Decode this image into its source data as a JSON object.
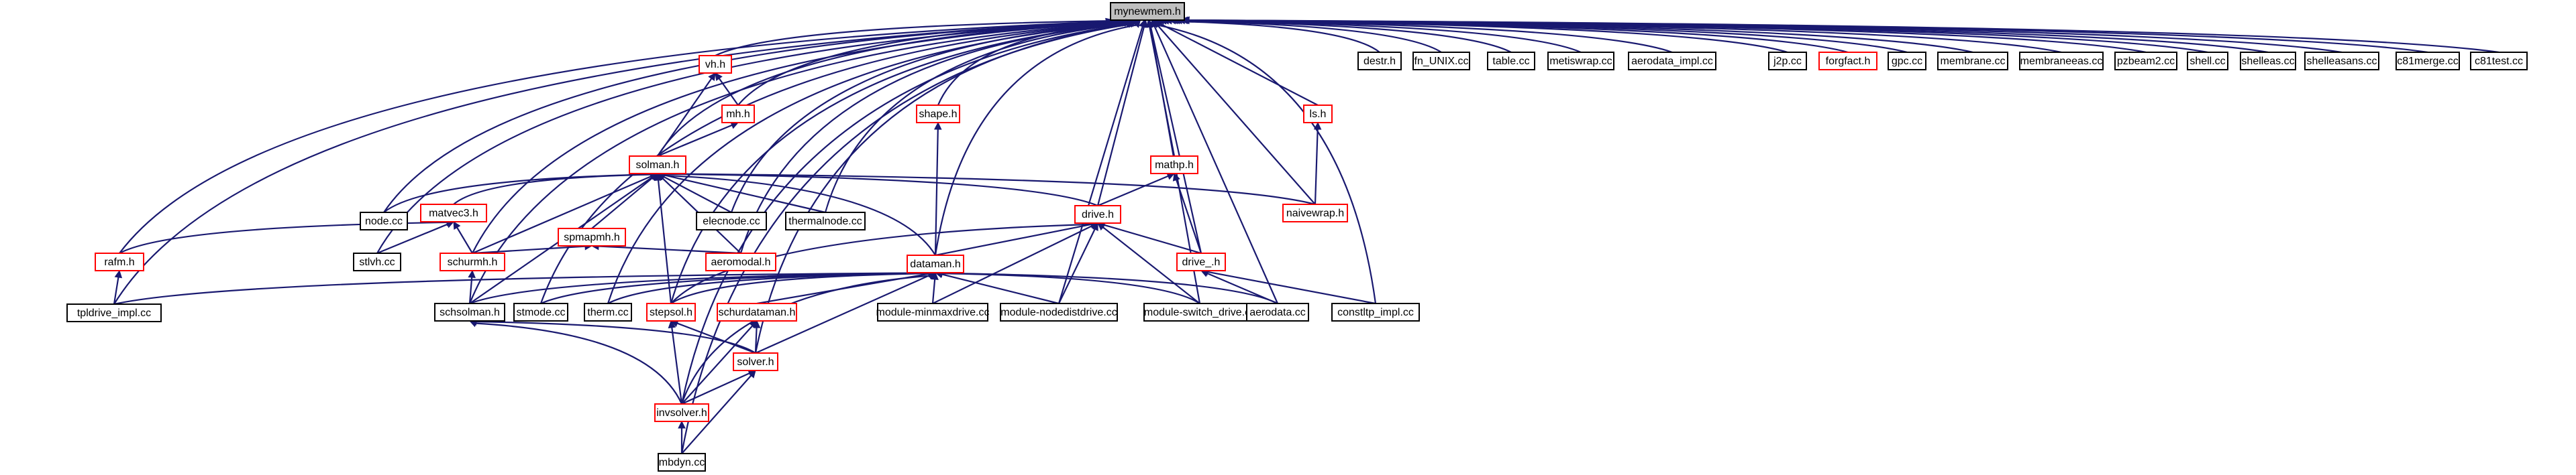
{
  "colors": {
    "edge": "#191970",
    "documented_border": "#000000",
    "undocumented_border": "#ff0000",
    "root_fill": "#bfbfbf"
  },
  "nodes": [
    {
      "id": "root",
      "label": "mynewmem.h",
      "kind": "root"
    },
    {
      "id": "vh",
      "label": "vh.h",
      "kind": "red"
    },
    {
      "id": "mh",
      "label": "mh.h",
      "kind": "red"
    },
    {
      "id": "solman",
      "label": "solman.h",
      "kind": "red"
    },
    {
      "id": "nodecc",
      "label": "node.cc",
      "kind": "black"
    },
    {
      "id": "matvec3",
      "label": "matvec3.h",
      "kind": "red"
    },
    {
      "id": "rafm",
      "label": "rafm.h",
      "kind": "red"
    },
    {
      "id": "tpldrive",
      "label": "tpldrive_impl.cc",
      "kind": "black"
    },
    {
      "id": "stlvh",
      "label": "stlvh.cc",
      "kind": "black"
    },
    {
      "id": "schurmh",
      "label": "schurmh.h",
      "kind": "red"
    },
    {
      "id": "spmapmh",
      "label": "spmapmh.h",
      "kind": "red"
    },
    {
      "id": "aeromodal",
      "label": "aeromodal.h",
      "kind": "red"
    },
    {
      "id": "elecnode",
      "label": "elecnode.cc",
      "kind": "black"
    },
    {
      "id": "thermalnode",
      "label": "thermalnode.cc",
      "kind": "black"
    },
    {
      "id": "shape",
      "label": "shape.h",
      "kind": "red"
    },
    {
      "id": "mathp",
      "label": "mathp.h",
      "kind": "red"
    },
    {
      "id": "drive",
      "label": "drive.h",
      "kind": "red"
    },
    {
      "id": "drive_",
      "label": "drive_.h",
      "kind": "red"
    },
    {
      "id": "ls",
      "label": "ls.h",
      "kind": "red"
    },
    {
      "id": "naivewrap",
      "label": "naivewrap.h",
      "kind": "red"
    },
    {
      "id": "dataman",
      "label": "dataman.h",
      "kind": "red"
    },
    {
      "id": "schsolman",
      "label": "schsolman.h",
      "kind": "black"
    },
    {
      "id": "stmode",
      "label": "stmode.cc",
      "kind": "black"
    },
    {
      "id": "therm",
      "label": "therm.cc",
      "kind": "black"
    },
    {
      "id": "stepsol",
      "label": "stepsol.h",
      "kind": "red"
    },
    {
      "id": "schurdataman",
      "label": "schurdataman.h",
      "kind": "red"
    },
    {
      "id": "minmax",
      "label": "module-minmaxdrive.cc",
      "kind": "black"
    },
    {
      "id": "nodedist",
      "label": "module-nodedistdrive.cc",
      "kind": "black"
    },
    {
      "id": "switchdrive",
      "label": "module-switch_drive.cc",
      "kind": "black"
    },
    {
      "id": "aerodata",
      "label": "aerodata.cc",
      "kind": "black"
    },
    {
      "id": "constltp",
      "label": "constltp_impl.cc",
      "kind": "black"
    },
    {
      "id": "solver",
      "label": "solver.h",
      "kind": "red"
    },
    {
      "id": "invsolver",
      "label": "invsolver.h",
      "kind": "red"
    },
    {
      "id": "mbdyn",
      "label": "mbdyn.cc",
      "kind": "black"
    },
    {
      "id": "destr",
      "label": "destr.h",
      "kind": "black"
    },
    {
      "id": "fnunix",
      "label": "fn_UNIX.cc",
      "kind": "black"
    },
    {
      "id": "table",
      "label": "table.cc",
      "kind": "black"
    },
    {
      "id": "metiswrap",
      "label": "metiswrap.cc",
      "kind": "black"
    },
    {
      "id": "aerodataimpl",
      "label": "aerodata_impl.cc",
      "kind": "black"
    },
    {
      "id": "j2p",
      "label": "j2p.cc",
      "kind": "black"
    },
    {
      "id": "forgfact",
      "label": "forgfact.h",
      "kind": "red"
    },
    {
      "id": "gpc",
      "label": "gpc.cc",
      "kind": "black"
    },
    {
      "id": "membrane",
      "label": "membrane.cc",
      "kind": "black"
    },
    {
      "id": "membraneeas",
      "label": "membraneeas.cc",
      "kind": "black"
    },
    {
      "id": "pzbeam2",
      "label": "pzbeam2.cc",
      "kind": "black"
    },
    {
      "id": "shell",
      "label": "shell.cc",
      "kind": "black"
    },
    {
      "id": "shelleas",
      "label": "shelleas.cc",
      "kind": "black"
    },
    {
      "id": "shelleasans",
      "label": "shelleasans.cc",
      "kind": "black"
    },
    {
      "id": "c81merge",
      "label": "c81merge.cc",
      "kind": "black"
    },
    {
      "id": "c81test",
      "label": "c81test.cc",
      "kind": "black"
    }
  ],
  "edges": [
    [
      "vh",
      "root"
    ],
    [
      "mh",
      "root"
    ],
    [
      "solman",
      "root"
    ],
    [
      "nodecc",
      "root"
    ],
    [
      "rafm",
      "root"
    ],
    [
      "tpldrive",
      "root"
    ],
    [
      "stlvh",
      "root"
    ],
    [
      "schurmh",
      "root"
    ],
    [
      "elecnode",
      "root"
    ],
    [
      "thermalnode",
      "root"
    ],
    [
      "aeromodal",
      "root"
    ],
    [
      "shape",
      "root"
    ],
    [
      "dataman",
      "root"
    ],
    [
      "mathp",
      "root"
    ],
    [
      "drive",
      "root"
    ],
    [
      "drive_",
      "root"
    ],
    [
      "ls",
      "root"
    ],
    [
      "naivewrap",
      "root"
    ],
    [
      "schsolman",
      "root"
    ],
    [
      "stmode",
      "root"
    ],
    [
      "therm",
      "root"
    ],
    [
      "stepsol",
      "root"
    ],
    [
      "nodedist",
      "root"
    ],
    [
      "switchdrive",
      "root"
    ],
    [
      "aerodata",
      "root"
    ],
    [
      "constltp",
      "root"
    ],
    [
      "solver",
      "root"
    ],
    [
      "invsolver",
      "root"
    ],
    [
      "mbdyn",
      "root"
    ],
    [
      "destr",
      "root"
    ],
    [
      "fnunix",
      "root"
    ],
    [
      "table",
      "root"
    ],
    [
      "metiswrap",
      "root"
    ],
    [
      "aerodataimpl",
      "root"
    ],
    [
      "j2p",
      "root"
    ],
    [
      "forgfact",
      "root"
    ],
    [
      "gpc",
      "root"
    ],
    [
      "membrane",
      "root"
    ],
    [
      "membraneeas",
      "root"
    ],
    [
      "pzbeam2",
      "root"
    ],
    [
      "shell",
      "root"
    ],
    [
      "shelleas",
      "root"
    ],
    [
      "shelleasans",
      "root"
    ],
    [
      "c81merge",
      "root"
    ],
    [
      "c81test",
      "root"
    ],
    [
      "mh",
      "vh"
    ],
    [
      "solman",
      "vh"
    ],
    [
      "solman",
      "mh"
    ],
    [
      "nodecc",
      "solman"
    ],
    [
      "matvec3",
      "solman"
    ],
    [
      "spmapmh",
      "solman"
    ],
    [
      "aeromodal",
      "solman"
    ],
    [
      "elecnode",
      "solman"
    ],
    [
      "thermalnode",
      "solman"
    ],
    [
      "drive",
      "solman"
    ],
    [
      "naivewrap",
      "solman"
    ],
    [
      "dataman",
      "solman"
    ],
    [
      "schsolman",
      "solman"
    ],
    [
      "stepsol",
      "solman"
    ],
    [
      "schurmh",
      "solman"
    ],
    [
      "rafm",
      "matvec3"
    ],
    [
      "stlvh",
      "matvec3"
    ],
    [
      "schurmh",
      "matvec3"
    ],
    [
      "schurmh",
      "spmapmh"
    ],
    [
      "aeromodal",
      "spmapmh"
    ],
    [
      "tpldrive",
      "rafm"
    ],
    [
      "schsolman",
      "schurmh"
    ],
    [
      "dataman",
      "shape"
    ],
    [
      "drive",
      "mathp"
    ],
    [
      "drive_",
      "mathp"
    ],
    [
      "naivewrap",
      "ls"
    ],
    [
      "dataman",
      "drive"
    ],
    [
      "drive_",
      "drive"
    ],
    [
      "minmax",
      "drive"
    ],
    [
      "nodedist",
      "drive"
    ],
    [
      "switchdrive",
      "drive"
    ],
    [
      "aerodata",
      "drive_"
    ],
    [
      "constltp",
      "drive_"
    ],
    [
      "tpldrive",
      "dataman"
    ],
    [
      "schsolman",
      "dataman"
    ],
    [
      "stmode",
      "dataman"
    ],
    [
      "therm",
      "dataman"
    ],
    [
      "stepsol",
      "dataman"
    ],
    [
      "schurdataman",
      "dataman"
    ],
    [
      "minmax",
      "dataman"
    ],
    [
      "nodedist",
      "dataman"
    ],
    [
      "switchdrive",
      "dataman"
    ],
    [
      "aerodata",
      "dataman"
    ],
    [
      "solver",
      "dataman"
    ],
    [
      "invsolver",
      "dataman"
    ],
    [
      "solver",
      "schsolman"
    ],
    [
      "invsolver",
      "schsolman"
    ],
    [
      "solver",
      "stepsol"
    ],
    [
      "invsolver",
      "stepsol"
    ],
    [
      "solver",
      "schurdataman"
    ],
    [
      "invsolver",
      "schurdataman"
    ],
    [
      "invsolver",
      "solver"
    ],
    [
      "mbdyn",
      "solver"
    ],
    [
      "mbdyn",
      "invsolver"
    ],
    [
      "stepsol",
      "drive"
    ]
  ]
}
